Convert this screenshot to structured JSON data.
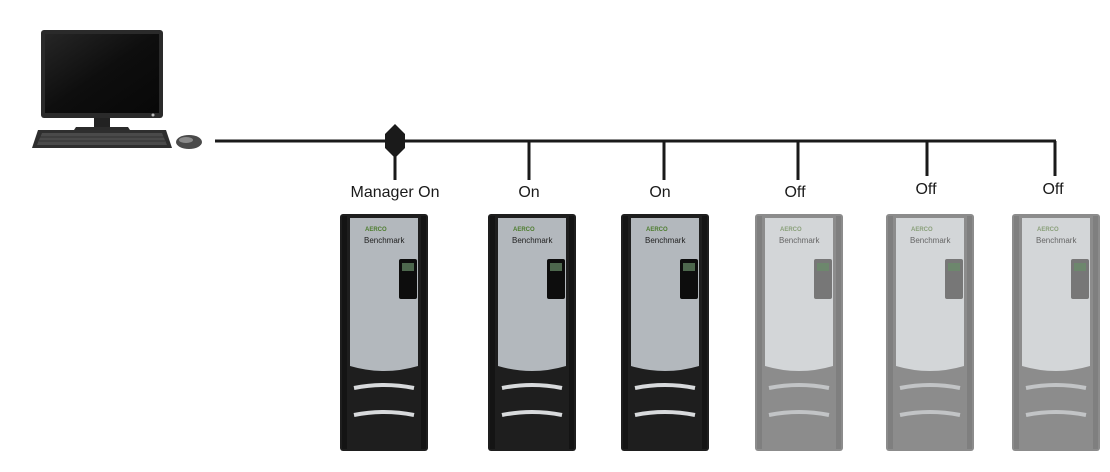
{
  "network": {
    "units": [
      {
        "status": "Manager On",
        "active": true,
        "brand": "AERCO",
        "model": "Benchmark"
      },
      {
        "status": "On",
        "active": true,
        "brand": "AERCO",
        "model": "Benchmark"
      },
      {
        "status": "On",
        "active": true,
        "brand": "AERCO",
        "model": "Benchmark"
      },
      {
        "status": "Off",
        "active": false,
        "brand": "AERCO",
        "model": "Benchmark"
      },
      {
        "status": "Off",
        "active": false,
        "brand": "AERCO",
        "model": "Benchmark"
      },
      {
        "status": "Off",
        "active": false,
        "brand": "AERCO",
        "model": "Benchmark"
      }
    ]
  },
  "colors": {
    "line": "#1a1a1a",
    "active_cabinet": "#1e1e1e",
    "active_panel": "#b3b8bd",
    "inactive_cabinet": "#8c8c8c",
    "inactive_panel": "#d3d6d8"
  }
}
